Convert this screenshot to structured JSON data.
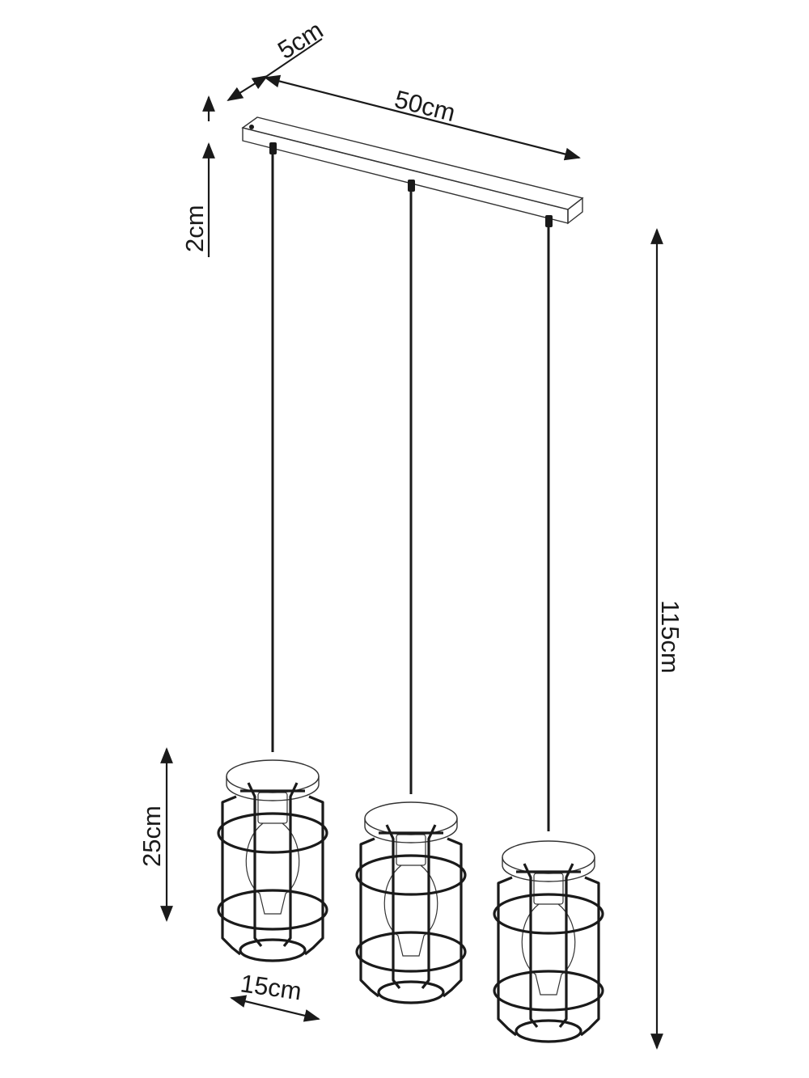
{
  "drawing": {
    "dimensions": {
      "canopy_depth": "5cm",
      "canopy_length": "50cm",
      "canopy_height": "2cm",
      "total_height": "115cm",
      "shade_height": "25cm",
      "shade_diameter": "15cm"
    },
    "pendant_count": 3,
    "colors": {
      "line": "#1a1a1a",
      "background": "#ffffff"
    }
  }
}
